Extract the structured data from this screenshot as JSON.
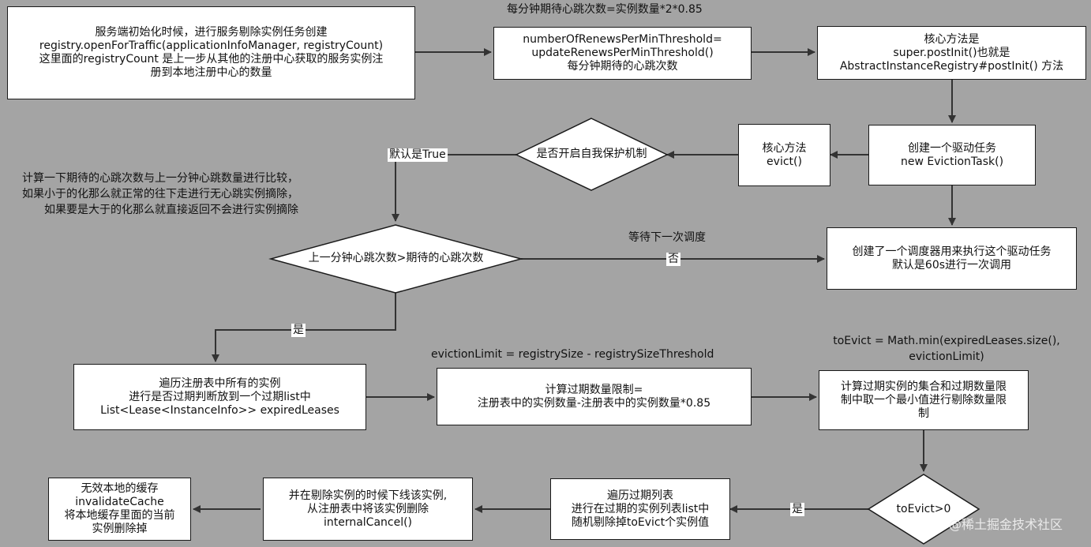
{
  "boxes": {
    "init": [
      "服务端初始化时候，进行服务剔除实例任务创建",
      "registry.openForTraffic(applicationInfoManager, registryCount)",
      "这里面的registryCount 是上一步从其他的注册中心获取的服务实例注",
      "册到本地注册中心的数量"
    ],
    "renews": [
      "numberOfRenewsPerMinThreshold=",
      "updateRenewsPerMinThreshold()",
      "每分钟期待的心跳次数"
    ],
    "postinit": [
      "核心方法是",
      "super.postInit()也就是",
      "AbstractInstanceRegistry#postInit() 方法"
    ],
    "task": [
      "创建一个驱动任务",
      "new EvictionTask()"
    ],
    "evict": [
      "核心方法",
      "evict()"
    ],
    "timer": [
      "创建了一个调度器用来执行这个驱动任务",
      "默认是60s进行一次调用"
    ],
    "iterate": [
      "遍历注册表中所有的实例",
      "进行是否过期判断放到一个过期list中",
      "List<Lease<InstanceInfo>> expiredLeases"
    ],
    "limit": [
      "计算过期数量限制=",
      "注册表中的实例数量-注册表中的实例数量*0.85"
    ],
    "min": [
      "计算过期实例的集合和过期数量限",
      "制中取一个最小值进行剔除数量限",
      "制"
    ],
    "random": [
      "遍历过期列表",
      "进行在过期的实例列表list中",
      "随机剔除掉toEvict个实例值"
    ],
    "cancel": [
      "并在剔除实例的时候下线该实例,",
      "从注册表中将该实例删除",
      "internalCancel()"
    ],
    "cache": [
      "无效本地的缓存",
      "invalidateCache",
      "将本地缓存里面的当前",
      "实例删除掉"
    ]
  },
  "decisions": {
    "protect": "是否开启自我保护机制",
    "compare": "上一分钟心跳次数>期待的心跳次数",
    "toevict": "toEvict>0"
  },
  "edge_labels": {
    "default_true": "默认是True",
    "no": "否",
    "yes_compare": "是",
    "yes_toevict": "是"
  },
  "notes": {
    "renews_formula": "每分钟期待心跳次数=实例数量*2*0.85",
    "compare_explain": [
      "计算一下期待的心跳次数与上一分钟心跳数量进行比较，",
      "如果小于的化那么就正常的往下走进行无心跳实例摘除，",
      "如果要是大于的化那么就直接返回不会进行实例摘除"
    ],
    "wait_next": "等待下一次调度",
    "eviction_limit": "evictionLimit = registrySize - registrySizeThreshold",
    "to_evict": [
      "toEvict = Math.min(expiredLeases.size(),",
      "evictionLimit)"
    ]
  },
  "watermark": "@稀土掘金技术社区",
  "colors": {
    "background": "#a4a4a4",
    "box_fill": "#ffffff",
    "stroke": "#333333"
  }
}
